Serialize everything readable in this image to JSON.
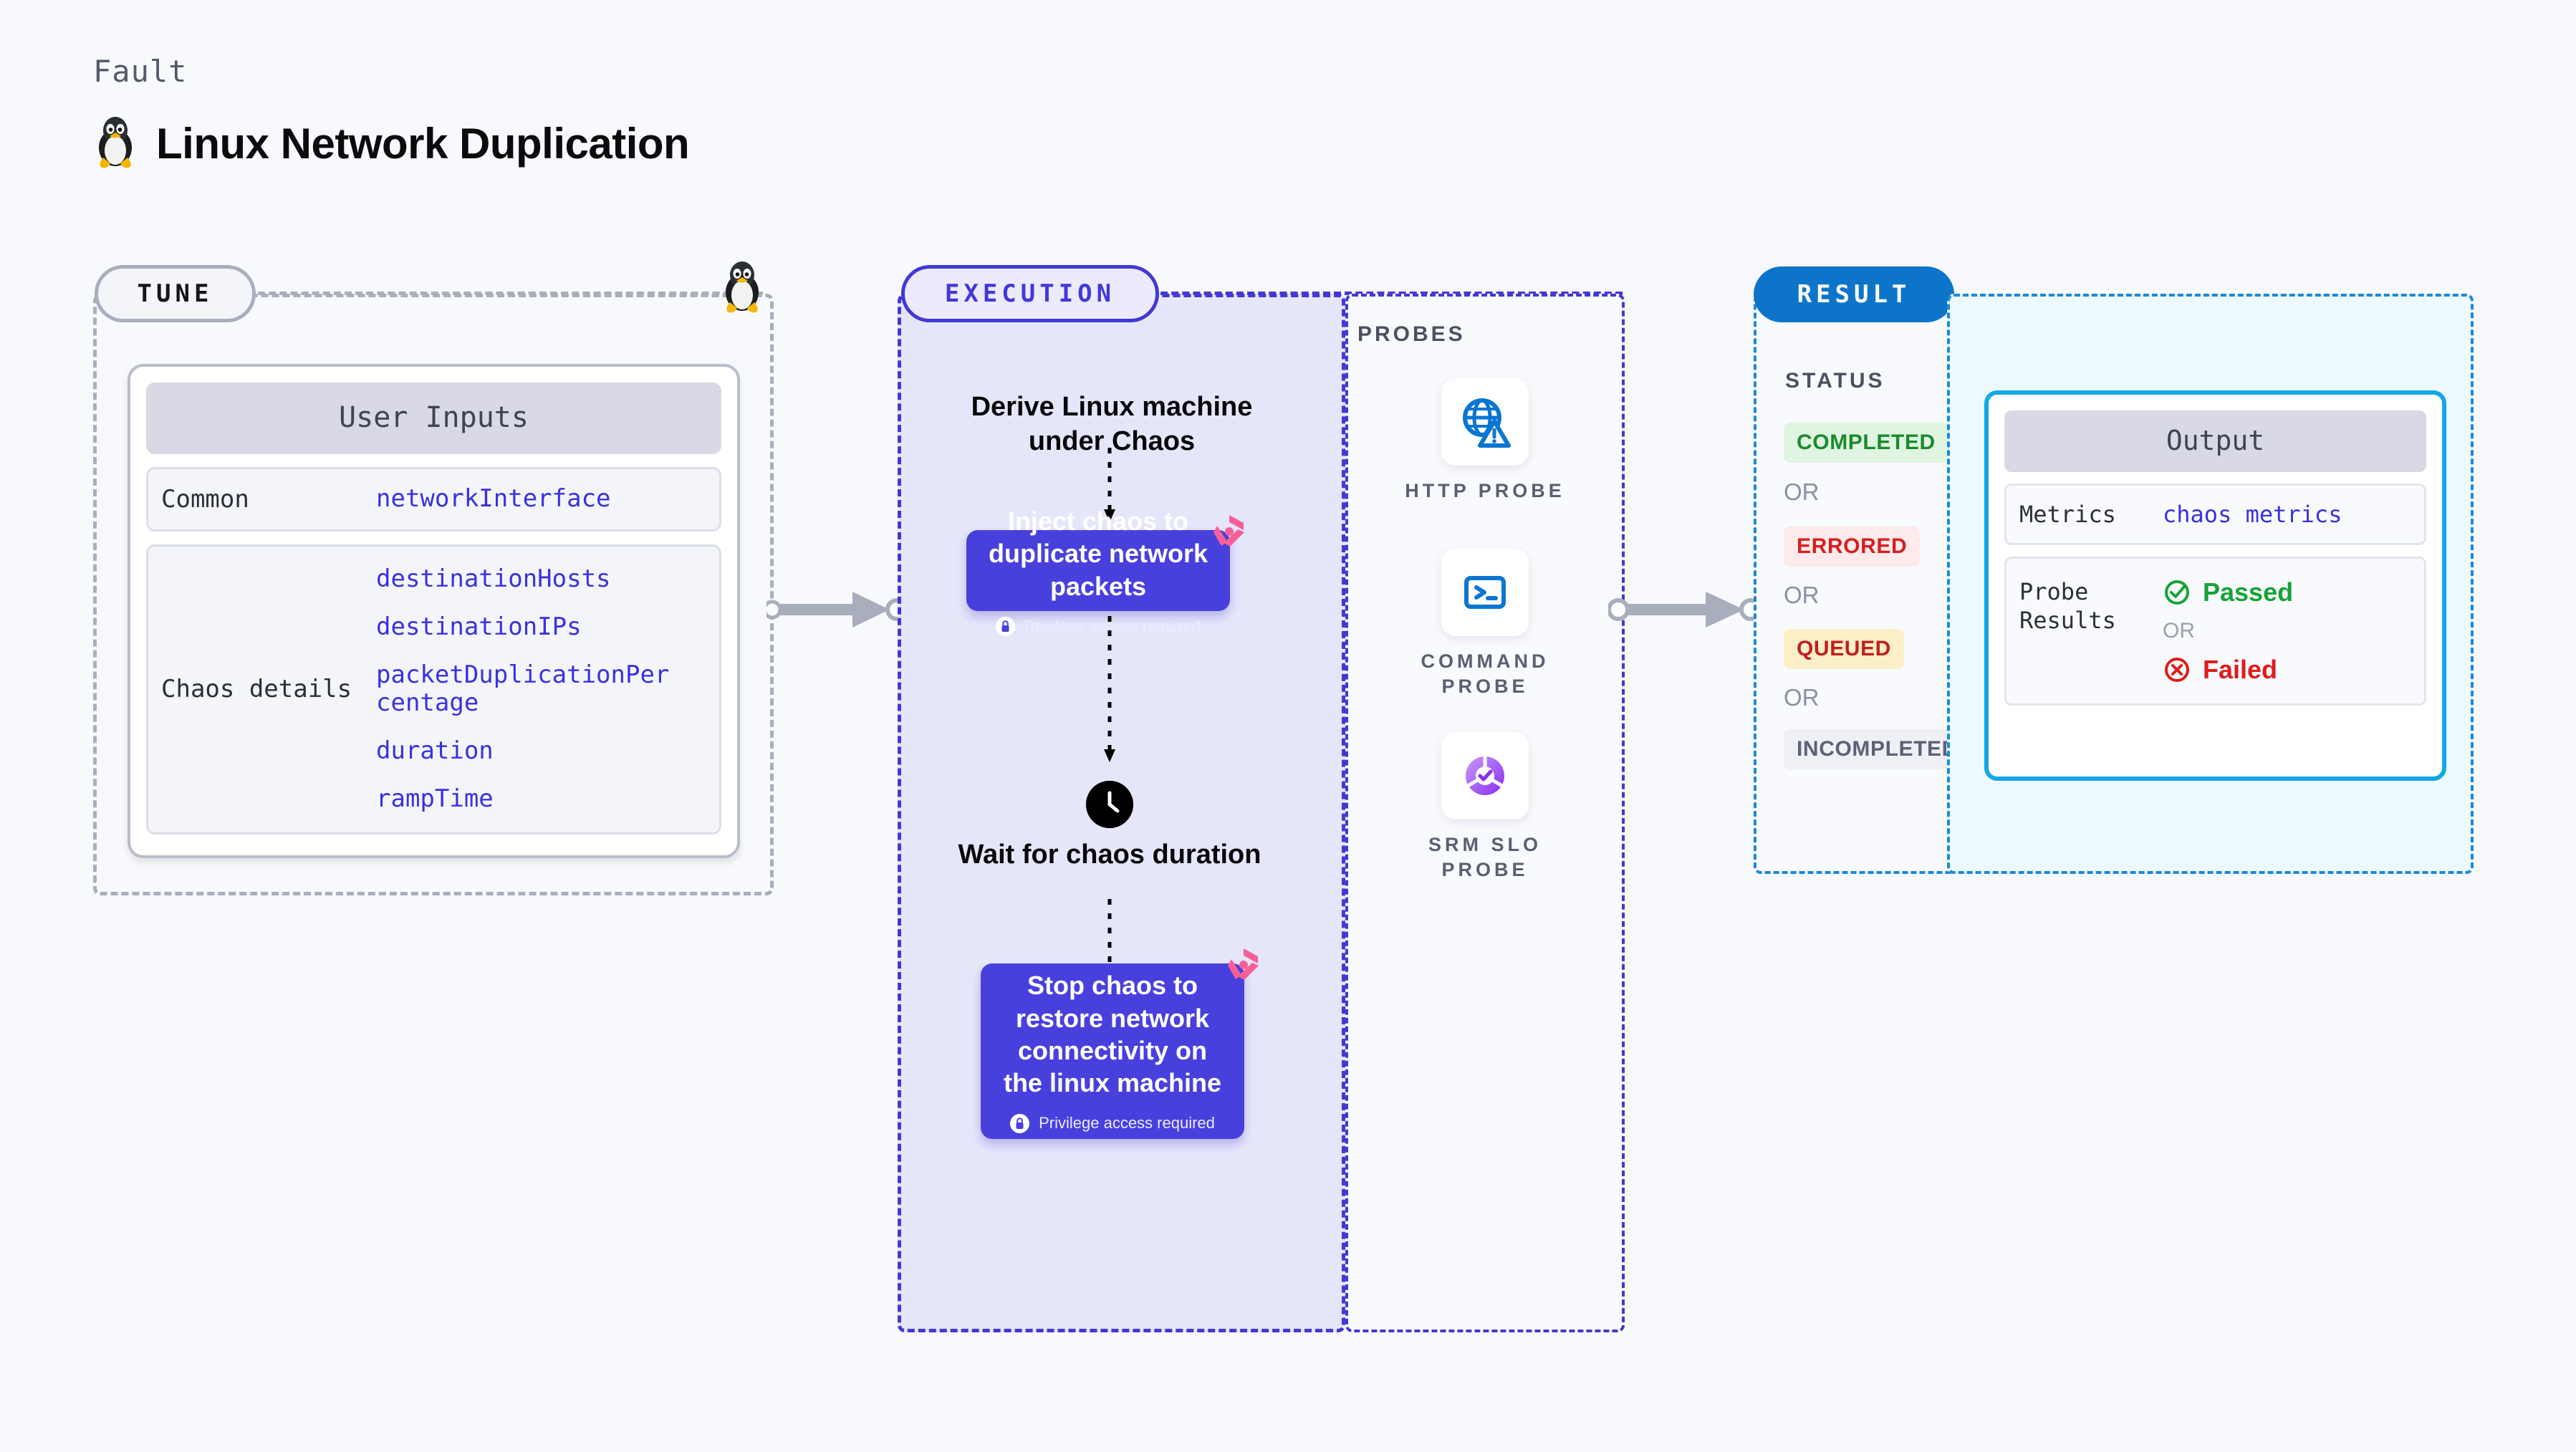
{
  "header": {
    "kicker": "Fault",
    "title": "Linux Network Duplication",
    "icon": "linux-penguin-icon"
  },
  "tune": {
    "pill_label": "TUNE",
    "card_title": "User Inputs",
    "groups": [
      {
        "label": "Common",
        "values": [
          "networkInterface"
        ]
      },
      {
        "label": "Chaos details",
        "values": [
          "destinationHosts",
          "destinationIPs",
          "packetDuplicationPercentage",
          "duration",
          "rampTime"
        ]
      }
    ]
  },
  "execution": {
    "pill_label": "EXECUTION",
    "steps": [
      {
        "type": "title",
        "text": "Derive Linux machine under Chaos"
      },
      {
        "type": "action",
        "text": "Inject chaos to duplicate network packets",
        "note": "Privilege access required",
        "badge": "harness-pinwheel-icon"
      },
      {
        "type": "wait",
        "text": "Wait for chaos duration",
        "icon": "clock-icon"
      },
      {
        "type": "action",
        "text": "Stop chaos to restore network connectivity on the linux machine",
        "note": "Privilege access required",
        "badge": "harness-pinwheel-icon"
      }
    ]
  },
  "probes": {
    "label": "PROBES",
    "items": [
      {
        "name": "HTTP PROBE",
        "icon": "globe-warning-icon"
      },
      {
        "name": "COMMAND PROBE",
        "icon": "terminal-icon"
      },
      {
        "name": "SRM SLO PROBE",
        "icon": "slo-donut-check-icon"
      }
    ]
  },
  "result": {
    "pill_label": "RESULT",
    "status_label": "STATUS",
    "or_label": "OR",
    "statuses": [
      {
        "text": "COMPLETED",
        "bg": "#dff5e1",
        "color": "#1a8a2e"
      },
      {
        "text": "ERRORED",
        "bg": "#fdeaea",
        "color": "#d52020"
      },
      {
        "text": "QUEUED",
        "bg": "#fbefc8",
        "color": "#c02020"
      },
      {
        "text": "INCOMPLETED",
        "bg": "#eef0f5",
        "color": "#5d6275"
      }
    ]
  },
  "output": {
    "card_title": "Output",
    "metrics_label": "Metrics",
    "metrics_value": "chaos metrics",
    "probe_results_label": "Probe Results",
    "passed_label": "Passed",
    "failed_label": "Failed",
    "or_label": "OR"
  },
  "colors": {
    "accent_purple": "#4338d6",
    "accent_blue": "#0d75c9",
    "accent_cyan": "#13a7e6",
    "value_blue": "#3a31e0",
    "pink_badge": "#f76097"
  }
}
